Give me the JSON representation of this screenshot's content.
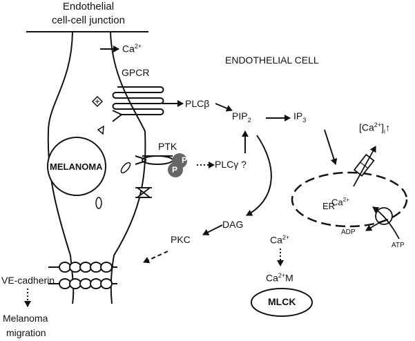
{
  "header": {
    "junction_line1": "Endothelial",
    "junction_line2": "cell-cell junction",
    "cell_label": "ENDOTHELIAL CELL"
  },
  "cell_parts": {
    "melanoma": "MELANOMA",
    "gpcr": "GPCR",
    "ptk": "PTK",
    "phospho_p": "P",
    "ve_cadherin": "VE-cadherin",
    "migration_line1": "Melanoma",
    "migration_line2": "migration"
  },
  "signaling": {
    "ca_out_base": "Ca",
    "ca_out_sup": "2+",
    "plc_beta": "PLCβ",
    "plc_gamma": "PLCγ ?",
    "pip2_base": "PIP",
    "pip2_sub": "2",
    "ip3_base": "IP",
    "ip3_sub": "3",
    "ca_i_open": "[Ca",
    "ca_i_sup": "2+",
    "ca_i_close": "]",
    "ca_i_sub": "i",
    "ca_i_arrow": "↑",
    "dag": "DAG",
    "pkc": "PKC",
    "er": "ER",
    "ca_er_base": "Ca",
    "ca_er_sup": "2+",
    "adp": "ADP",
    "atp": "ATP",
    "ca_free_base": "Ca",
    "ca_free_sup": "2+",
    "ca_m_base": "Ca",
    "ca_m_sup": "2+",
    "ca_m_suffix": "M",
    "mlck": "MLCK"
  }
}
